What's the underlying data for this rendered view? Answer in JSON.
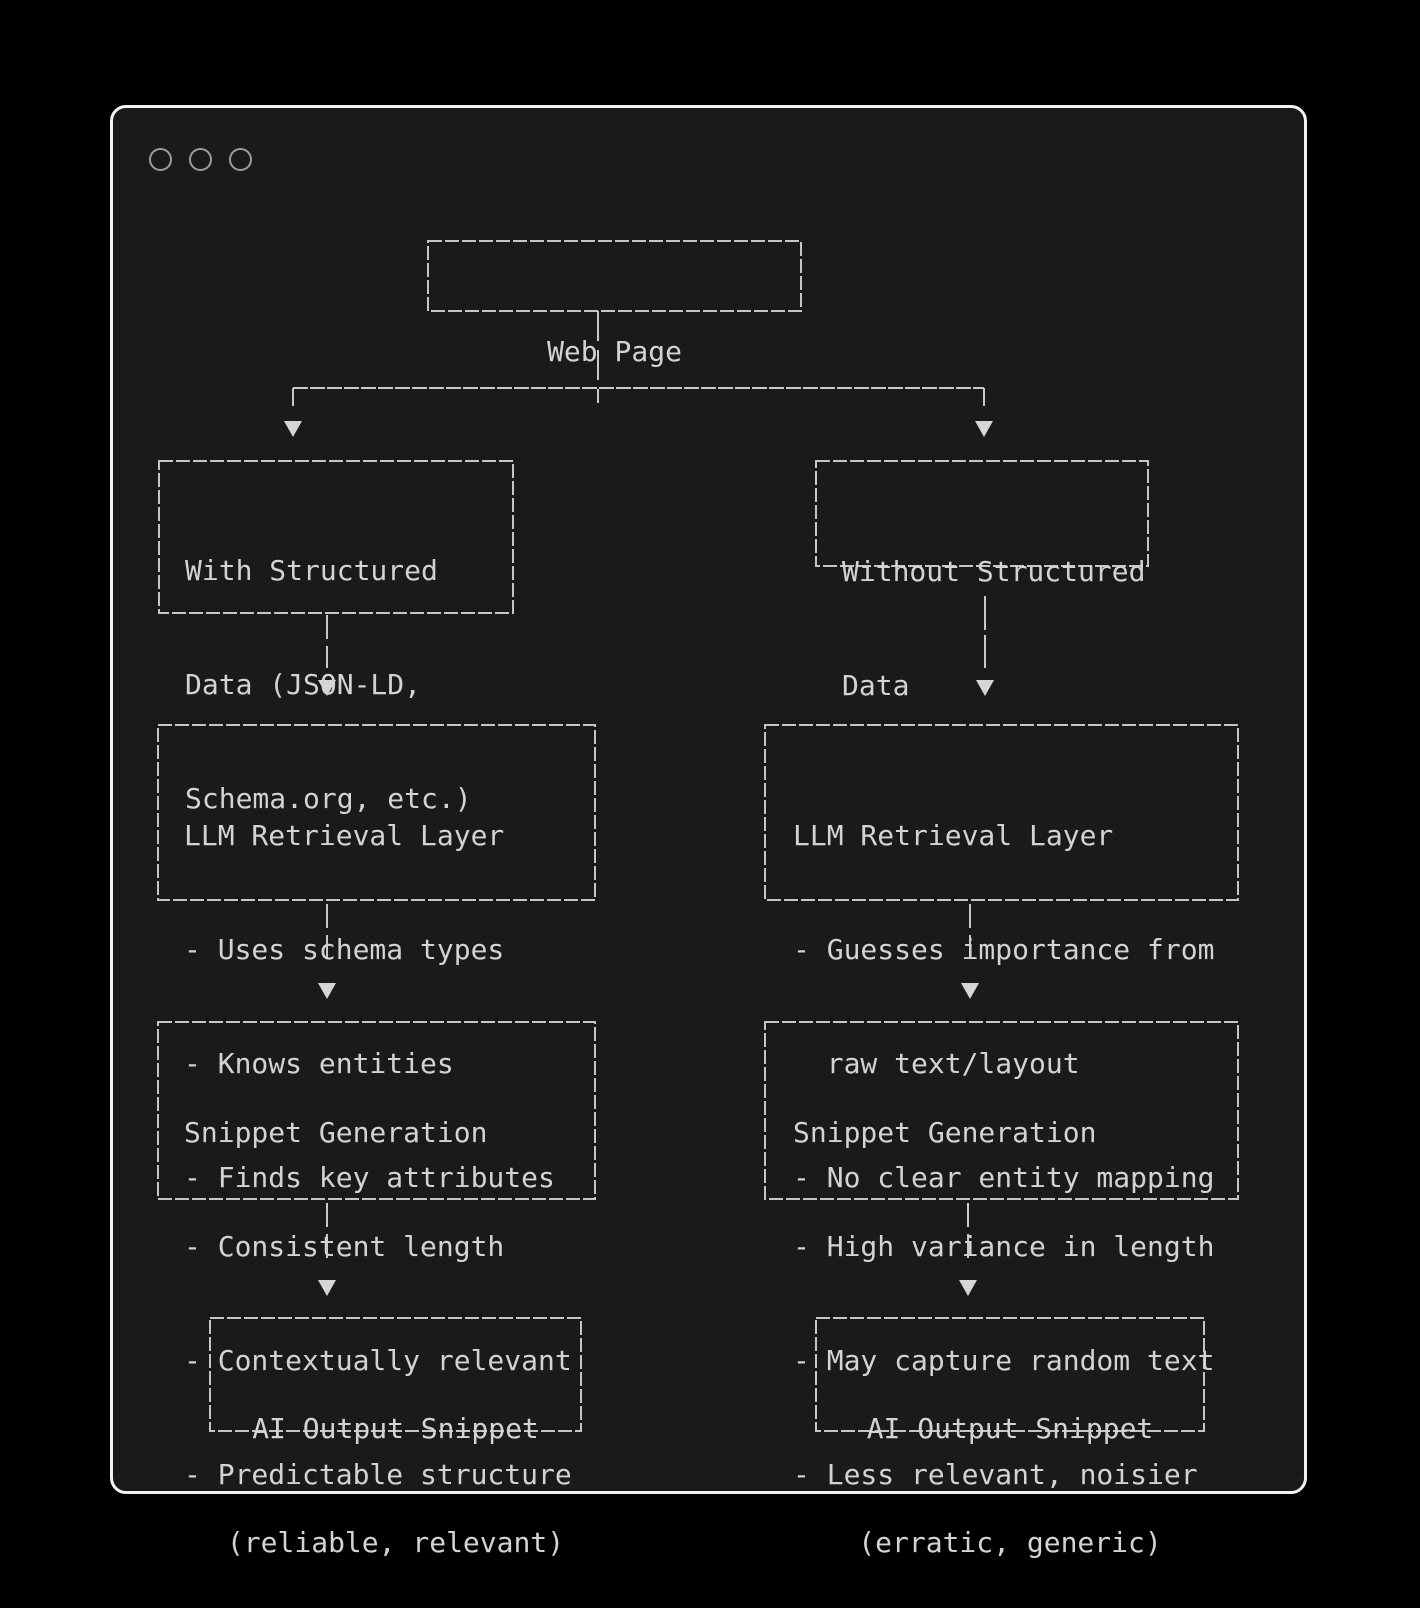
{
  "window": {
    "controls": [
      {
        "icon": "close-circle"
      },
      {
        "icon": "minimize-circle"
      },
      {
        "icon": "zoom-circle"
      }
    ]
  },
  "colors": {
    "page_background": "#000000",
    "window_background": "#1a1a1c",
    "window_border": "#f2f2f2",
    "box_border": "#c6c6c6",
    "text": "#d3d3d3",
    "connector": "#c9c9c9",
    "arrow": "#d6d6d6",
    "control_ring": "#9c9c9c"
  },
  "diagram": {
    "root": {
      "lines": [
        "Web Page"
      ]
    },
    "columns": [
      {
        "id": "with-structured-data",
        "boxes": [
          {
            "lines": [
              "With Structured",
              "Data (JSON-LD,",
              "Schema.org, etc.)"
            ]
          },
          {
            "lines": [
              "LLM Retrieval Layer",
              "- Uses schema types",
              "- Knows entities",
              "- Finds key attributes"
            ]
          },
          {
            "lines": [
              "Snippet Generation",
              "- Consistent length",
              "- Contextually relevant",
              "- Predictable structure"
            ]
          },
          {
            "lines": [
              "AI Output Snippet",
              "(reliable, relevant)"
            ]
          }
        ]
      },
      {
        "id": "without-structured-data",
        "boxes": [
          {
            "lines": [
              "Without Structured",
              "Data"
            ]
          },
          {
            "lines": [
              "LLM Retrieval Layer",
              "- Guesses importance from",
              "  raw text/layout",
              "- No clear entity mapping"
            ]
          },
          {
            "lines": [
              "Snippet Generation",
              "- High variance in length",
              "- May capture random text",
              "- Less relevant, noisier"
            ]
          },
          {
            "lines": [
              "AI Output Snippet",
              "(erratic, generic)"
            ]
          }
        ]
      }
    ]
  }
}
